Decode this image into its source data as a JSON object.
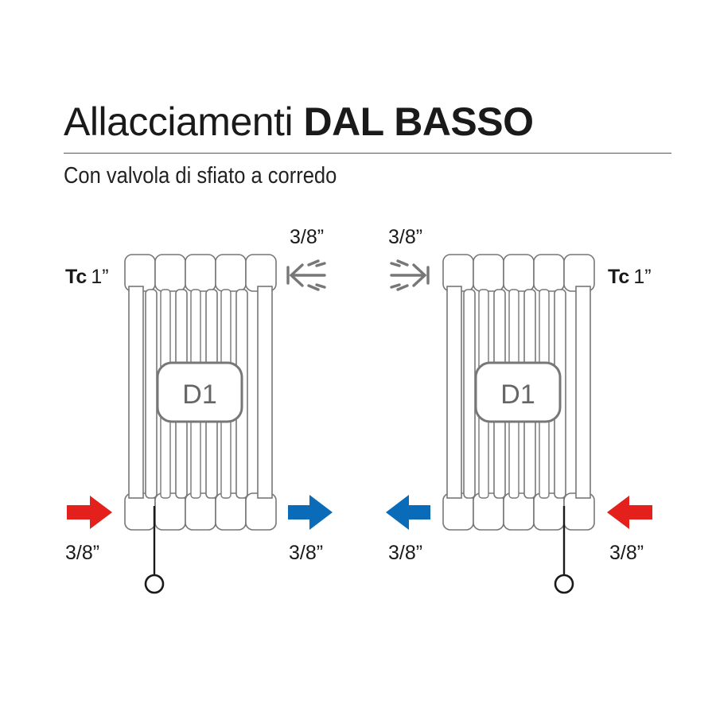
{
  "header": {
    "title_light": "Allacciamenti",
    "title_bold": "DAL BASSO",
    "subtitle": "Con valvola di sfiato a corredo"
  },
  "colors": {
    "hot": "#e3201b",
    "cold": "#0a6bb8",
    "outline": "#777777",
    "dark": "#1a1a1a"
  },
  "left_radiator": {
    "model_label": "D1",
    "tc_prefix": "Tc",
    "tc_size": "1”",
    "vent_size": "3/8”",
    "inlet_size": "3/8”",
    "outlet_size": "3/8”",
    "vent_icon": "vent-arrow-icon",
    "inlet_icon": "hot-arrow-icon",
    "outlet_icon": "cold-arrow-icon"
  },
  "right_radiator": {
    "model_label": "D1",
    "tc_prefix": "Tc",
    "tc_size": "1”",
    "vent_size": "3/8”",
    "inlet_size": "3/8”",
    "outlet_size": "3/8”",
    "vent_icon": "vent-arrow-icon",
    "inlet_icon": "hot-arrow-icon",
    "outlet_icon": "cold-arrow-icon"
  }
}
